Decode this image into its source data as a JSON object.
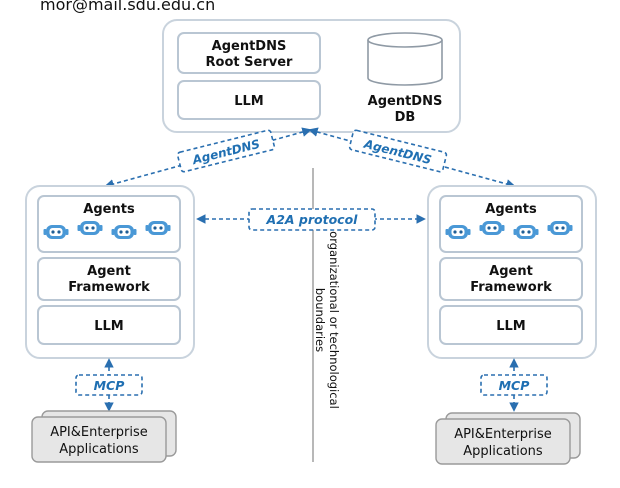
{
  "header_text": "mor@mail.sdu.edu.cn",
  "root": {
    "server_label": [
      "AgentDNS",
      "Root Server"
    ],
    "llm_label": "LLM",
    "db_label": [
      "AgentDNS",
      "DB"
    ]
  },
  "connectors": {
    "left_tag": "AgentDNS",
    "right_tag": "AgentDNS",
    "a2a_tag": "A2A protocol",
    "mcp_tag": "MCP"
  },
  "boundary_label": [
    "organizational or technological",
    "boundaries"
  ],
  "left_org": {
    "agents_label": "Agents",
    "framework_label": [
      "Agent",
      "Framework"
    ],
    "llm_label": "LLM",
    "api_label": [
      "API&Enterprise",
      "Applications"
    ]
  },
  "right_org": {
    "agents_label": "Agents",
    "framework_label": [
      "Agent",
      "Framework"
    ],
    "llm_label": "LLM",
    "api_label": [
      "API&Enterprise",
      "Applications"
    ]
  },
  "colors": {
    "accent": "#2a6fb0",
    "robot": "#4a98d6",
    "box_stroke": "#b9c6d3",
    "api_fill": "#e6e6e6"
  },
  "icons": [
    "robot-icon",
    "database-cylinder-icon"
  ]
}
